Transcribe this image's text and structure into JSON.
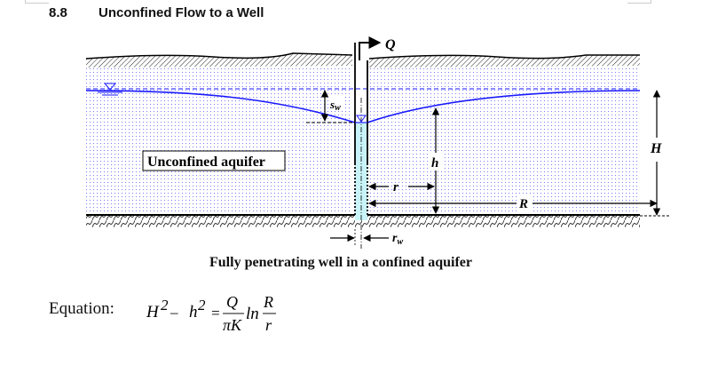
{
  "section": {
    "number": "8.8",
    "title": "Unconfined Flow to a Well"
  },
  "diagram": {
    "aquifer_label": "Unconfined aquifer",
    "caption": "Fully penetrating well in a confined aquifer",
    "labels": {
      "discharge": "Q",
      "drawdown": "s",
      "drawdown_sub": "w",
      "head": "h",
      "radius": "r",
      "influence_radius": "R",
      "thickness": "H",
      "well_radius": "r",
      "well_radius_sub": "w"
    },
    "colors": {
      "water_table": "#1a1aff",
      "aquifer_dots": "#7a7aff",
      "well_water": "#c8f4f8",
      "ground": "#000000"
    }
  },
  "equation": {
    "label": "Equation:",
    "lhs_H": "H",
    "exp1": "2",
    "minus": " – ",
    "lhs_h": "h",
    "exp2": "2",
    "equals": "=",
    "num1": "Q",
    "den1": "πK",
    "ln": "ln",
    "num2": "R",
    "den2": "r"
  }
}
